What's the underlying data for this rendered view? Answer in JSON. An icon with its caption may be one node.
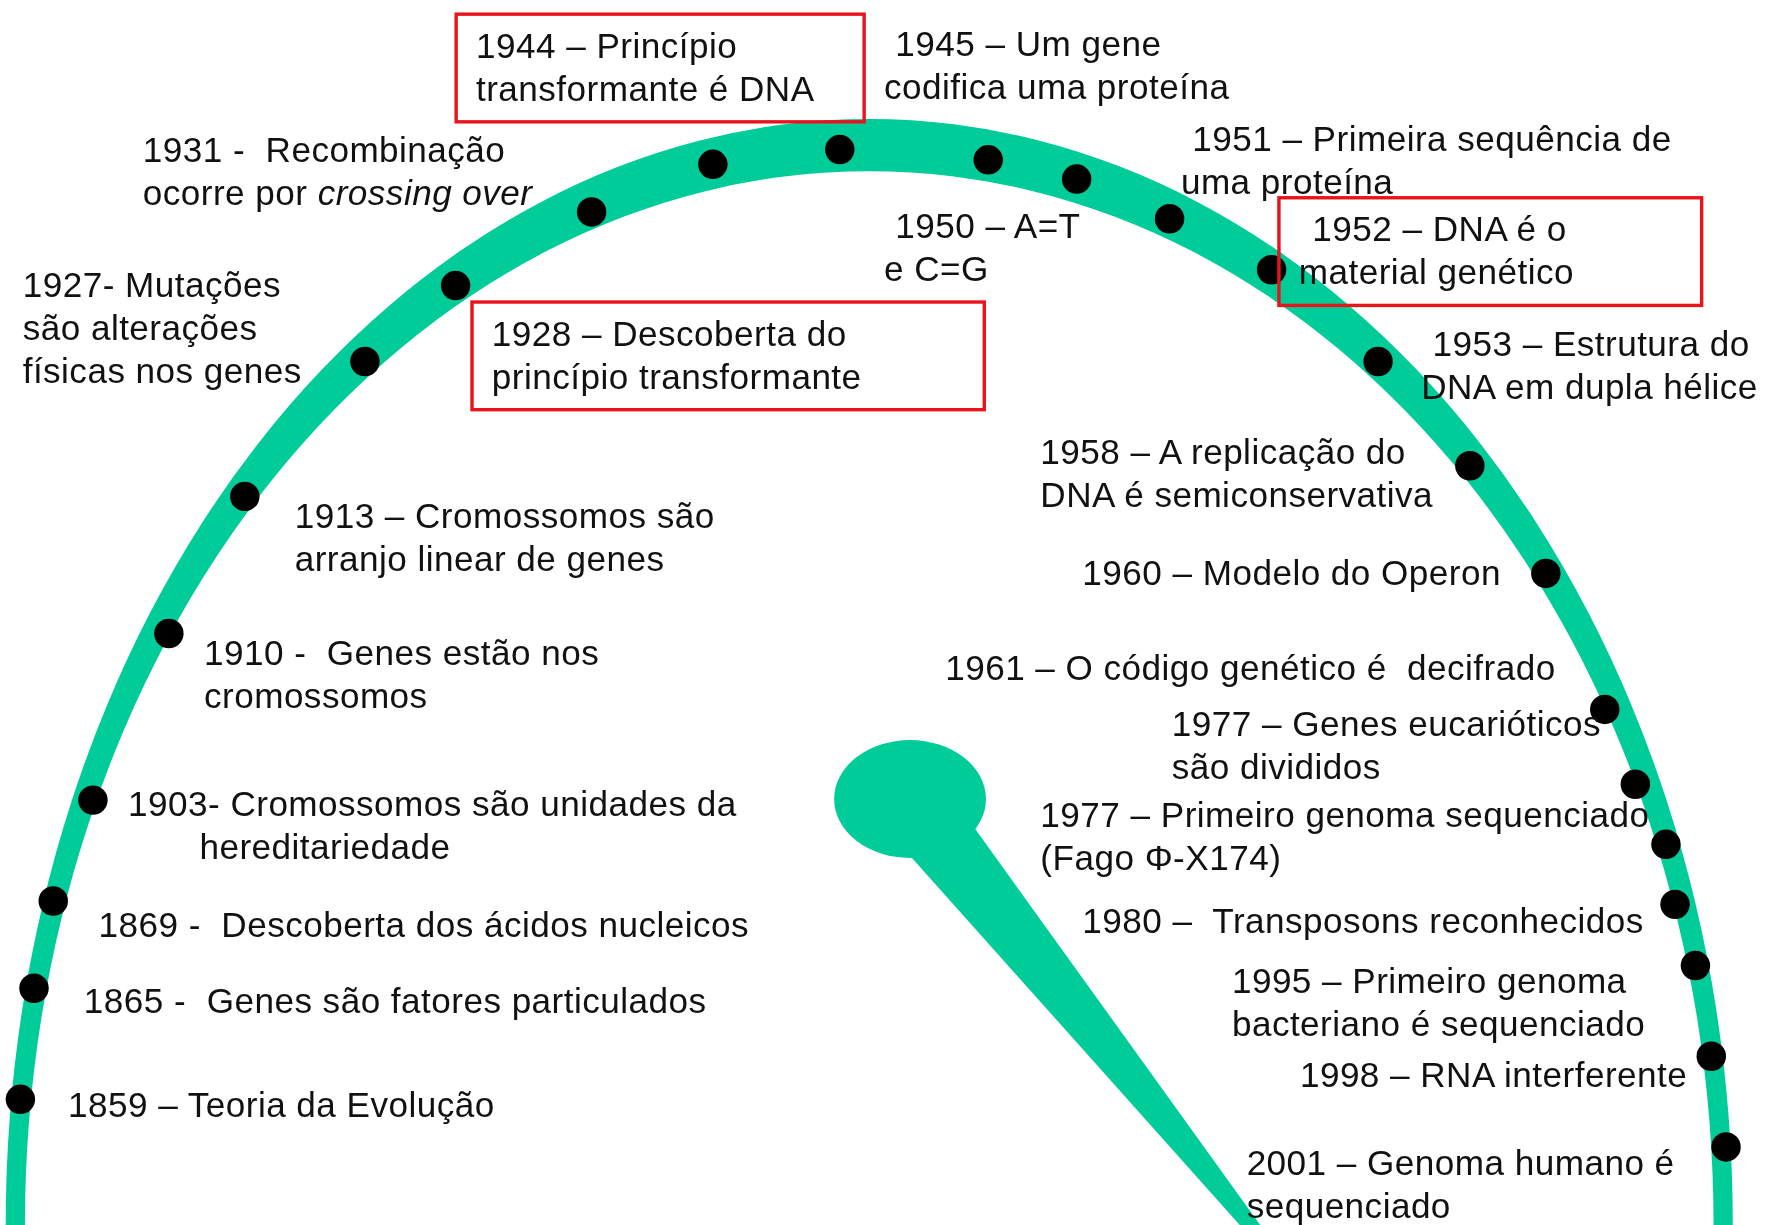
{
  "diagram": {
    "nodes": [
      {
        "text": [
          "1944 – Princípio transformante é DNA"
        ]
      },
      {
        "text": [
          "1928 – Descoberta do princípio transformante"
        ]
      },
      {
        "text": [
          "1952 – DNA é o material genético"
        ]
      }
    ],
    "labels": [
      "1945 – Um gene codifica uma proteína",
      "1931 -  Recombinação ocorre por *crossing over*",
      "1951 – Primeira sequência de uma proteína",
      "1927- Mutações são alterações físicas nos genes",
      "1950 – A=T e C=G",
      "1953 – Estrutura do DNA em dupla hélice",
      "1958 – A replicação do DNA é semiconservativa",
      "1913 – Cromossomos são arranjo linear de genes",
      "1960 – Modelo do Operon",
      "1910 -  Genes estão nos cromossomos",
      "1961 – O código genético é  decifrado",
      "1977 – Genes eucarióticos são divididos",
      "1903- Cromossomos são unidades da hereditariedade",
      "1977 – Primeiro genoma sequenciado (Fago Φ-X174)",
      "1869 -  Descoberta dos ácidos nucleicos",
      "1980 –  Transposons reconhecidos",
      "1995 – Primeiro genoma bacteriano é sequenciado",
      "1865 -  Genes são fatores particulados",
      "1998 – RNA interferente",
      "1859 – Teoria da Evolução",
      "2001 – Genoma humano é sequenciado"
    ]
  }
}
